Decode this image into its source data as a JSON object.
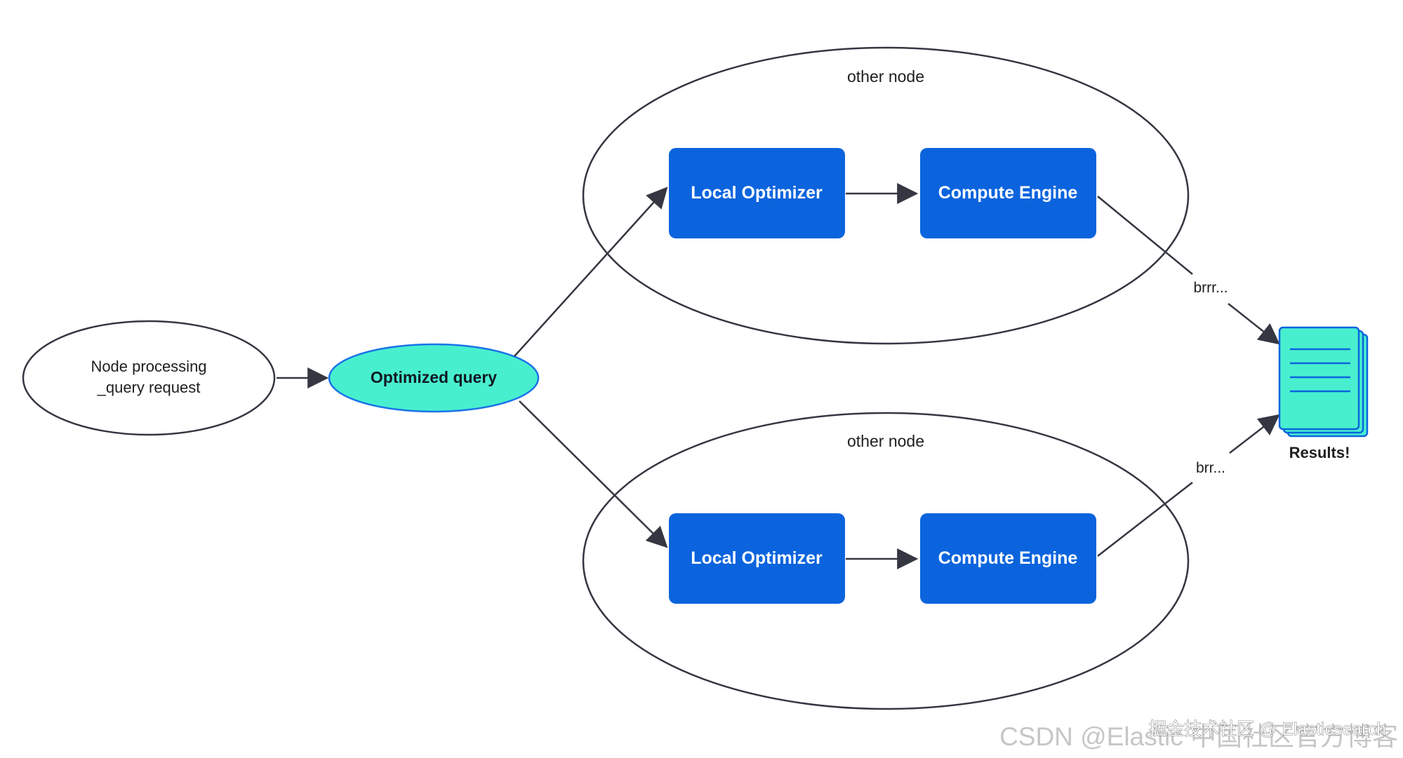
{
  "diagram": {
    "start_node": {
      "line1": "Node processing",
      "line2": "_query request"
    },
    "optimized_query": "Optimized query",
    "top_cluster": {
      "label": "other node",
      "local_optimizer": "Local Optimizer",
      "compute_engine": "Compute Engine"
    },
    "bottom_cluster": {
      "label": "other node",
      "local_optimizer": "Local Optimizer",
      "compute_engine": "Compute Engine"
    },
    "edge_top": "brrr...",
    "edge_bottom": "brr...",
    "results": "Results!"
  },
  "colors": {
    "box_fill": "#0B64DD",
    "teal_fill": "#48EFCF",
    "teal_stroke": "#1A73E8",
    "doc_fill": "#48EFCF",
    "doc_stroke": "#0B64DD",
    "line": "#343741"
  },
  "watermark": {
    "csdn": "CSDN @Elastic 中国社区官方博客",
    "juejin": "掘金技术社区 @ Elasticsearch"
  }
}
